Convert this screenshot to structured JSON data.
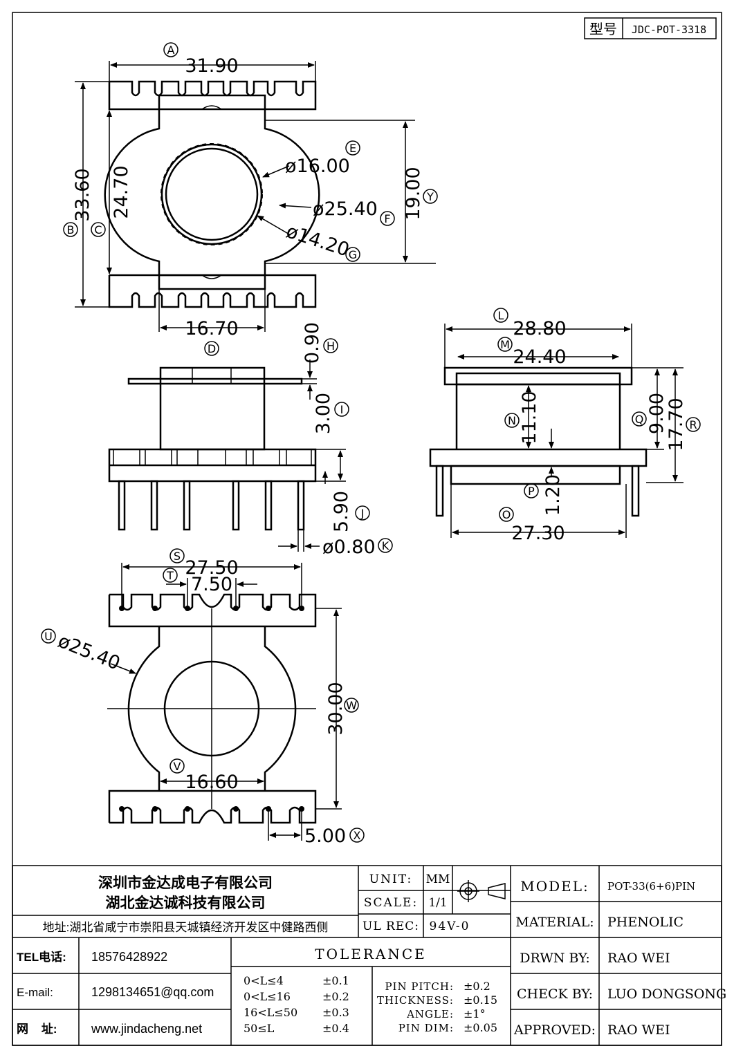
{
  "model_code": {
    "label": "型号",
    "value": "JDC-POT-3318"
  },
  "dims": {
    "d_31_90": "31.90",
    "d_33_60": "33.60",
    "d_24_70": "24.70",
    "d_16_00": "ø16.00",
    "d_25_40_top": "ø25.40",
    "d_14_20": "ø14.20",
    "d_19_00": "19.00",
    "d_16_70": "16.70",
    "d_0_90": "0.90",
    "d_3_00": "3.00",
    "d_5_90": "5.90",
    "d_0_80": "ø0.80",
    "d_28_80": "28.80",
    "d_24_40": "24.40",
    "d_11_10": "11.10",
    "d_9_00": "9.00",
    "d_17_70": "17.70",
    "d_1_20": "1.20",
    "d_27_30": "27.30",
    "d_27_50": "27.50",
    "d_7_50": "7.50",
    "d_25_40_bottom": "ø25.40",
    "d_30_00": "30.00",
    "d_16_60": "16.60",
    "d_5_00": "5.00"
  },
  "labels": {
    "A": "A",
    "B": "B",
    "C": "C",
    "D": "D",
    "E": "E",
    "F": "F",
    "G": "G",
    "H": "H",
    "I": "I",
    "J": "J",
    "K": "K",
    "L": "L",
    "M": "M",
    "N": "N",
    "O": "O",
    "P": "P",
    "Q": "Q",
    "R": "R",
    "S": "S",
    "T": "T",
    "U": "U",
    "V": "V",
    "W": "W",
    "X": "X",
    "Y": "Y"
  },
  "title_block": {
    "company_1": "深圳市金达成电子有限公司",
    "company_2": "湖北金达诚科技有限公司",
    "address": "地址:湖北省咸宁市崇阳县天城镇经济开发区中健路西侧",
    "unit_label": "UNIT:",
    "unit_value": "MM",
    "scale_label": "SCALE:",
    "scale_value": "1/1",
    "ul_label": "UL REC:",
    "ul_value": "94V-0",
    "model_label": "MODEL:",
    "model_value": "POT-33(6+6)PIN",
    "material_label": "MATERIAL:",
    "material_value": "PHENOLIC",
    "drawn_label": "DRWN BY:",
    "drawn_value": "RAO WEI",
    "check_label": "CHECK BY:",
    "check_value": "LUO DONGSONG",
    "approved_label": "APPROVED:",
    "approved_value": "RAO WEI",
    "tel_label": "TEL电话:",
    "tel_value": "18576428922",
    "email_label": "E-mail:",
    "email_value": "1298134651@qq.com",
    "web_label": "网    址:",
    "web_value": "www.jindacheng.net",
    "tolerance_title": "TOLERANCE",
    "tol_rows": [
      {
        "range": "0<L≤4",
        "tol": "±0.1"
      },
      {
        "range": "0<L≤16",
        "tol": "±0.2"
      },
      {
        "range": "16<L≤50",
        "tol": "±0.3"
      },
      {
        "range": "50≤L",
        "tol": "±0.4"
      }
    ],
    "tol_extra": [
      {
        "name": "PIN PITCH:",
        "tol": "±0.2"
      },
      {
        "name": "THICKNESS:",
        "tol": "±0.15"
      },
      {
        "name": "ANGLE:",
        "tol": "±1°"
      },
      {
        "name": "PIN DIM:",
        "tol": "±0.05"
      }
    ]
  },
  "colors": {
    "line": "#000000",
    "background": "#ffffff"
  }
}
